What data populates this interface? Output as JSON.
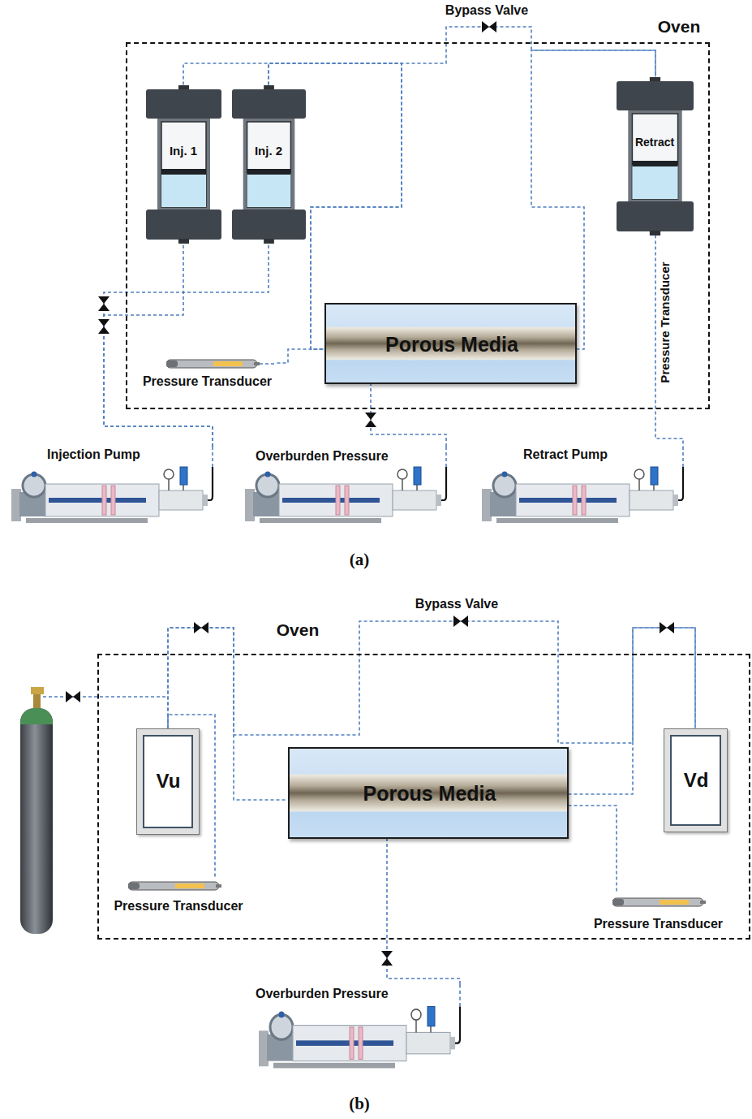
{
  "diagram": {
    "nodes": [
      {
        "text": [
          "Oven"
        ]
      },
      {
        "text": [
          "Inj. 1"
        ],
        "in": 0
      },
      {
        "text": [
          "Inj. 2"
        ],
        "in": 0
      },
      {
        "text": [
          "Retract"
        ],
        "in": 0
      },
      {
        "text": [
          "Porous Media"
        ],
        "in": 0
      },
      {
        "text": [
          "Pressure Transducer"
        ],
        "in": 0
      },
      {
        "text": [
          "Injection Pump"
        ]
      },
      {
        "text": [
          "Overburden Pressure"
        ]
      },
      {
        "text": [
          "Retract Pump"
        ]
      },
      {
        "text": [
          "Oven"
        ]
      },
      {
        "text": [
          "Vu"
        ],
        "in": 9
      },
      {
        "text": [
          "Vd"
        ],
        "in": 9
      },
      {
        "text": [
          "Porous Media"
        ],
        "in": 9
      },
      {
        "text": [
          "Pressure Transducer"
        ],
        "in": 9
      },
      {
        "text": [
          "Pressure Transducer"
        ],
        "in": 9
      },
      {
        "text": [
          "Overburden Pressure"
        ]
      }
    ],
    "edges": [
      {
        "from": 6,
        "to": 1,
        "arrow": "none"
      },
      {
        "from": 6,
        "to": 2,
        "arrow": "none"
      },
      {
        "from": 1,
        "to": 4,
        "arrow": "none"
      },
      {
        "from": 2,
        "to": 4,
        "arrow": "none"
      },
      {
        "from": 5,
        "to": 4,
        "arrow": "none"
      },
      {
        "from": 2,
        "to": 3,
        "arrow": "none"
      },
      {
        "from": 4,
        "to": 3,
        "arrow": "none"
      },
      {
        "from": 3,
        "to": 8,
        "arrow": "none"
      },
      {
        "from": 7,
        "to": 4,
        "arrow": "none"
      },
      {
        "from": 10,
        "to": 12,
        "arrow": "none"
      },
      {
        "from": 13,
        "to": 10,
        "arrow": "none"
      },
      {
        "from": 10,
        "to": 11,
        "arrow": "none"
      },
      {
        "from": 12,
        "to": 11,
        "arrow": "none"
      },
      {
        "from": 14,
        "to": 12,
        "arrow": "none"
      },
      {
        "from": 15,
        "to": 12,
        "arrow": "none"
      }
    ],
    "labels": [
      "Bypass Valve",
      "Pressure Transducer",
      "(a)",
      "Bypass Valve",
      "(b)"
    ]
  }
}
